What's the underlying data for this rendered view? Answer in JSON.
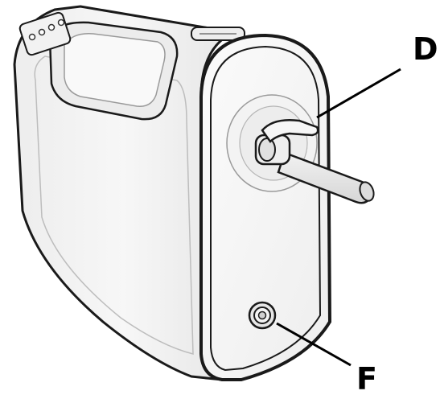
{
  "diagram": {
    "callouts": [
      {
        "id": "D",
        "label": "D",
        "target": "hose-connector"
      },
      {
        "id": "F",
        "label": "F",
        "target": "bottom-port"
      }
    ]
  },
  "colors": {
    "outline": "#1a1a1a",
    "body_fill": "#f4f4f4",
    "body_shade": "#e2e2e2",
    "face_fill": "#f8f8f8",
    "trim": "#d9d9d9",
    "hose": "#e9e9e9",
    "leader_line": "#000000"
  }
}
